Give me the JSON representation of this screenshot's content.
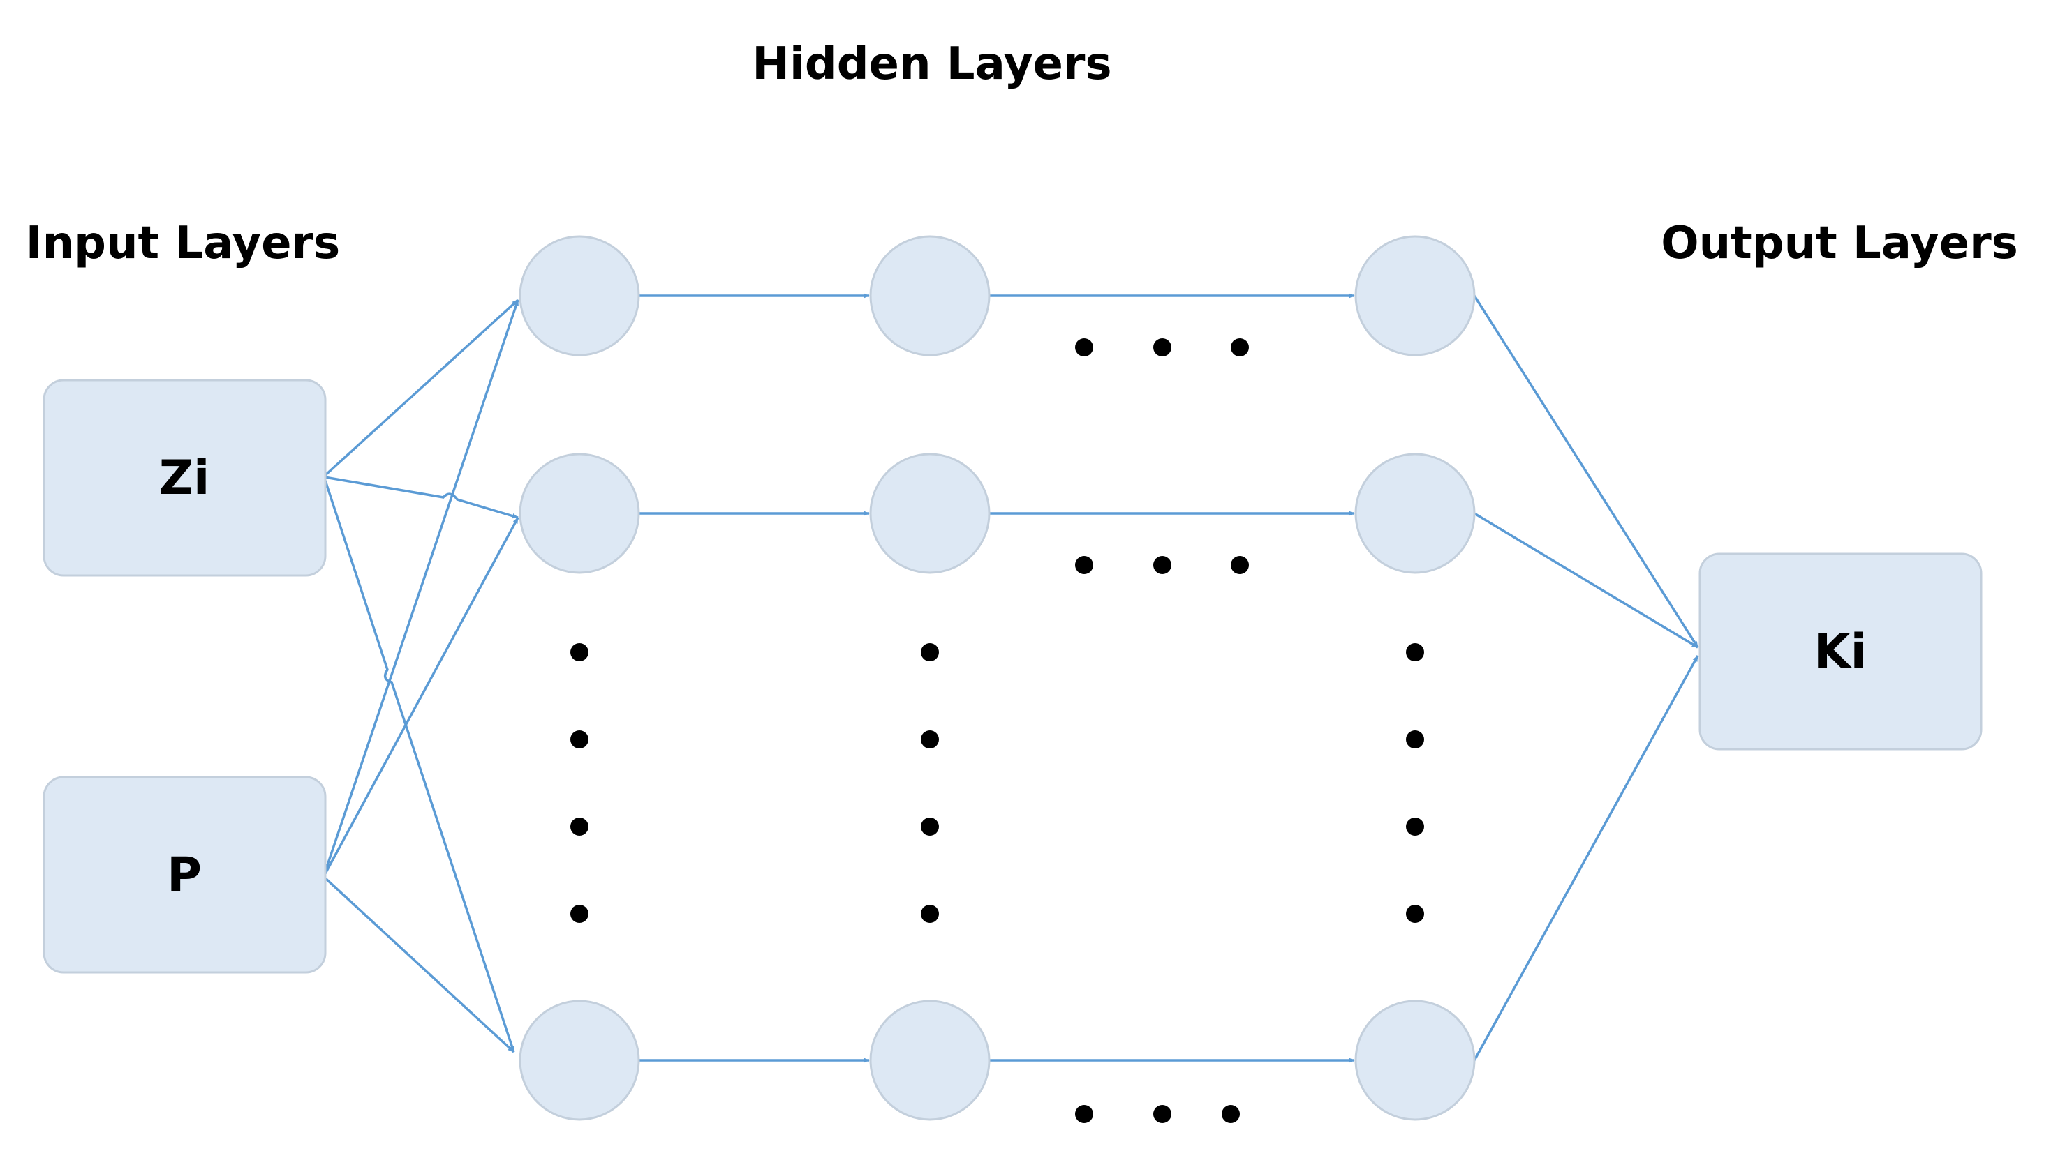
{
  "headings": {
    "hidden": "Hidden Layers",
    "input": "Input Layers",
    "output": "Output Layers"
  },
  "inputs": [
    {
      "label": "Zi"
    },
    {
      "label": "P"
    }
  ],
  "output": {
    "label": "Ki"
  },
  "colors": {
    "node_fill": "#dde8f4",
    "node_stroke": "#c3cfdc",
    "edge": "#5b9bd5",
    "text": "#000000"
  }
}
